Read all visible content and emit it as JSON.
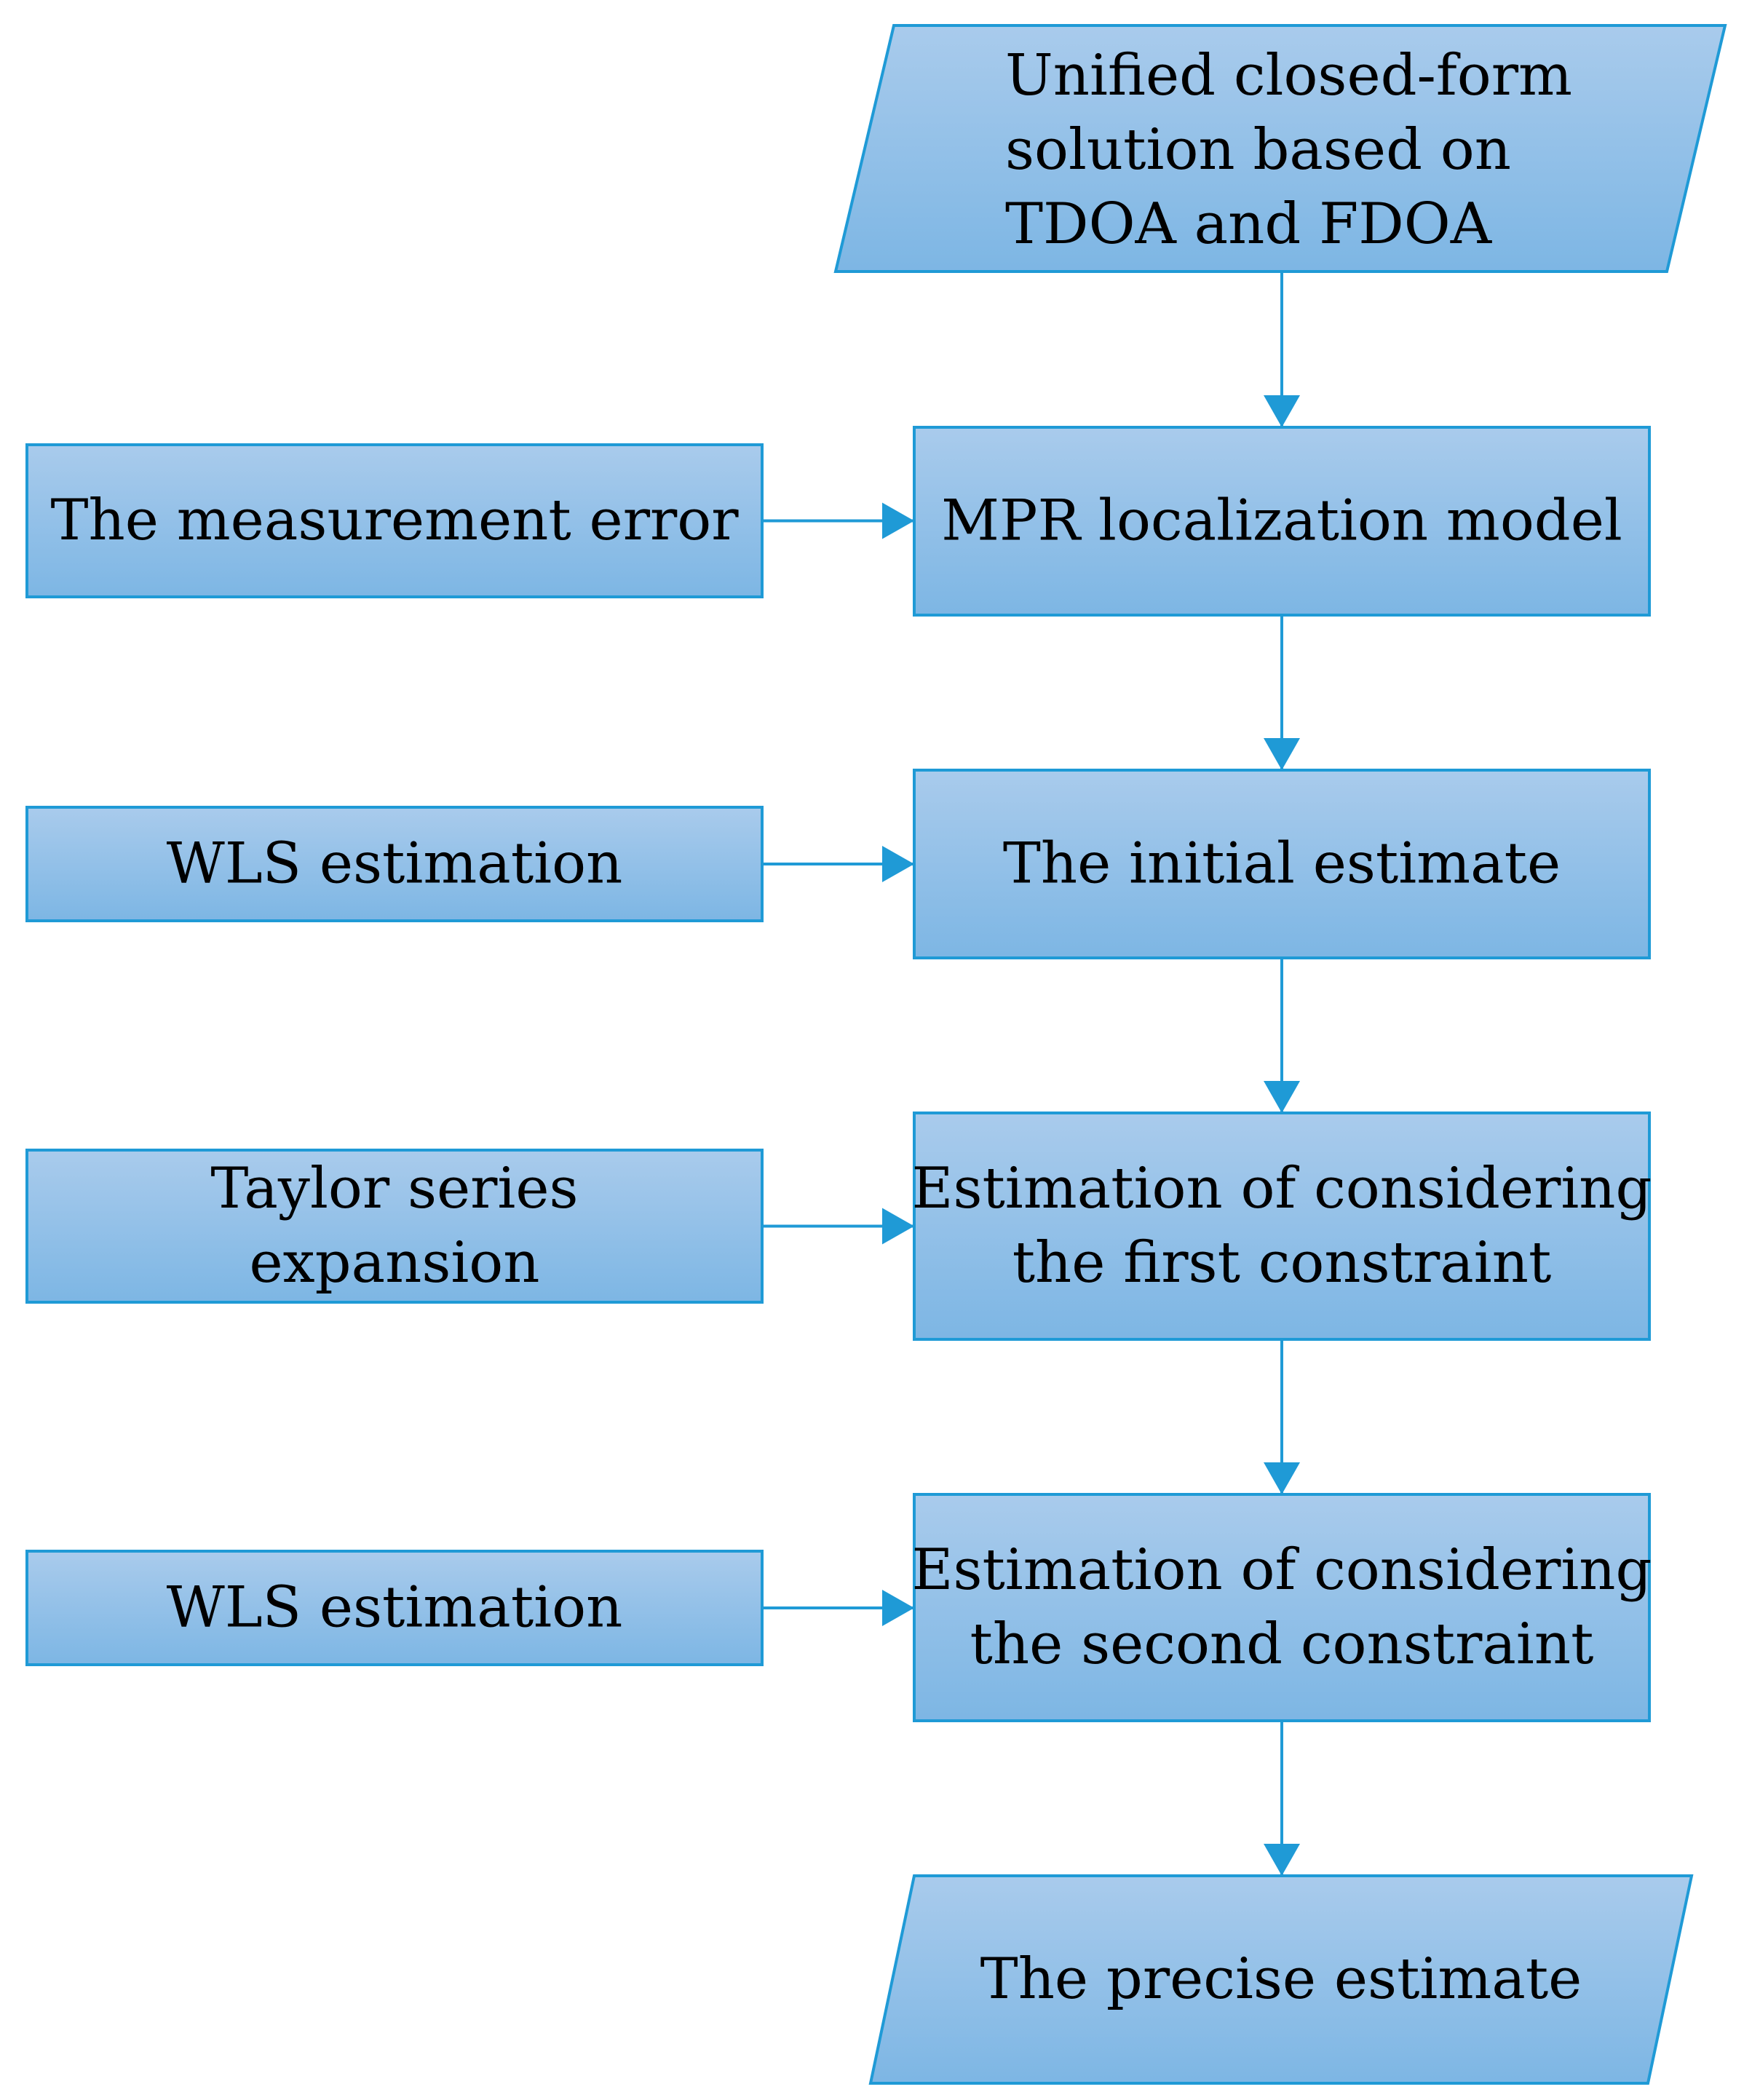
{
  "colors": {
    "box_fill_top": "#a9cbec",
    "box_fill_bottom": "#7db6e4",
    "box_stroke": "#1f9ad6",
    "arrow": "#1f9ad6",
    "text": "#000000"
  },
  "nodes": {
    "input": {
      "shape": "parallelogram",
      "lines": [
        "Unified closed-form",
        "solution based on",
        "TDOA and FDOA"
      ]
    },
    "mpr_model": {
      "shape": "rectangle",
      "lines": [
        "MPR localization model"
      ]
    },
    "initial_estimate": {
      "shape": "rectangle",
      "lines": [
        "The initial estimate"
      ]
    },
    "first_constraint": {
      "shape": "rectangle",
      "lines": [
        "Estimation of considering",
        "the first constraint"
      ]
    },
    "second_constraint": {
      "shape": "rectangle",
      "lines": [
        "Estimation of considering",
        "the second constraint"
      ]
    },
    "output": {
      "shape": "parallelogram",
      "lines": [
        "The precise estimate"
      ]
    },
    "measurement_error": {
      "shape": "rectangle",
      "lines": [
        "The measurement error"
      ]
    },
    "wls_1": {
      "shape": "rectangle",
      "lines": [
        "WLS estimation"
      ]
    },
    "taylor": {
      "shape": "rectangle",
      "lines": [
        "Taylor series",
        "expansion"
      ]
    },
    "wls_2": {
      "shape": "rectangle",
      "lines": [
        "WLS estimation"
      ]
    }
  },
  "edges": [
    {
      "from": "input",
      "to": "mpr_model"
    },
    {
      "from": "mpr_model",
      "to": "initial_estimate"
    },
    {
      "from": "initial_estimate",
      "to": "first_constraint"
    },
    {
      "from": "first_constraint",
      "to": "second_constraint"
    },
    {
      "from": "second_constraint",
      "to": "output"
    },
    {
      "from": "measurement_error",
      "to": "mpr_model"
    },
    {
      "from": "wls_1",
      "to": "initial_estimate"
    },
    {
      "from": "taylor",
      "to": "first_constraint"
    },
    {
      "from": "wls_2",
      "to": "second_constraint"
    }
  ]
}
